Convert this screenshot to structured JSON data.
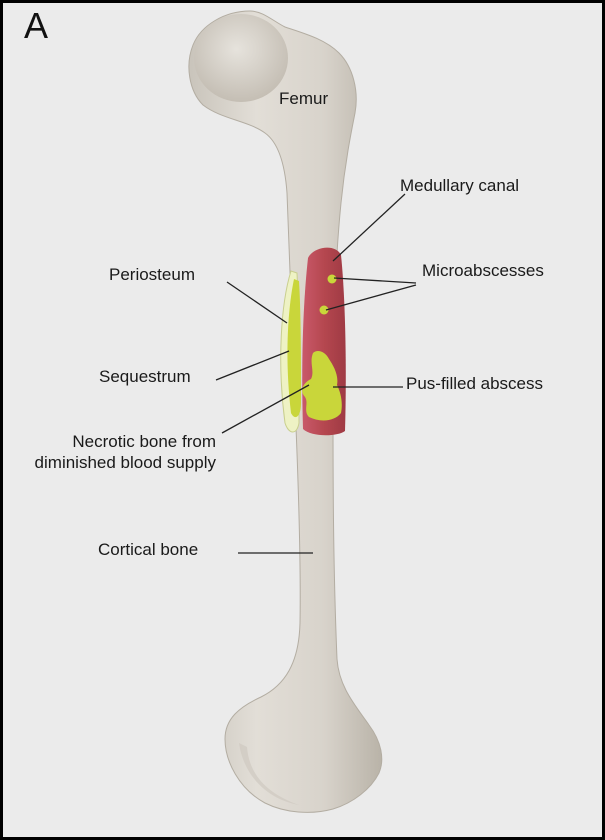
{
  "panel_letter": "A",
  "labels": {
    "femur": "Femur",
    "medullary_canal": "Medullary canal",
    "microabscesses": "Microabscesses",
    "periosteum": "Periosteum",
    "sequestrum": "Sequestrum",
    "pus_abscess": "Pus-filled abscess",
    "necrotic_line1": "Necrotic bone from",
    "necrotic_line2": "diminished blood supply",
    "cortical_bone": "Cortical bone"
  },
  "colors": {
    "background": "#ebebeb",
    "bone": "#ddd9d2",
    "bone_shadow": "#bdb7ad",
    "medullary": "#b5474f",
    "pus": "#c9d63a",
    "line": "#222222"
  }
}
